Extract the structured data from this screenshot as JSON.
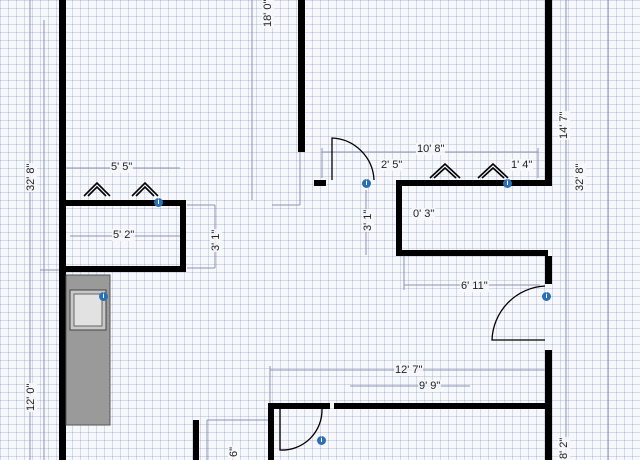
{
  "dimensions": {
    "top_vertical": "18' 0\"",
    "left_height": "32' 8\"",
    "right_height": "32' 8\"",
    "right_upper": "14' 7\"",
    "closet_top": "5' 5\"",
    "closet_inner": "5' 2\"",
    "closet_depth": "3' 1\"",
    "bath_width": "10' 8\"",
    "bath_door": "2' 5\"",
    "bath_small": "1' 4\"",
    "bath_depth": "3' 1\"",
    "bath_offset": "0' 3\"",
    "hall_width": "6' 11\"",
    "lower_width": "12' 7\"",
    "lower_inner": "9' 9\"",
    "left_lower": "12' 0\"",
    "bottom_right": "8' 2\"",
    "bottom_small": "6\""
  },
  "info_marker_glyph": "i",
  "colors": {
    "grid_background": "#f7f8fb",
    "grid_lines": "#8c9ec7",
    "walls": "#000000",
    "dimension_lines": "#8a93b0",
    "counter": "#9a9a9a",
    "info_marker": "#2a6fb4"
  }
}
